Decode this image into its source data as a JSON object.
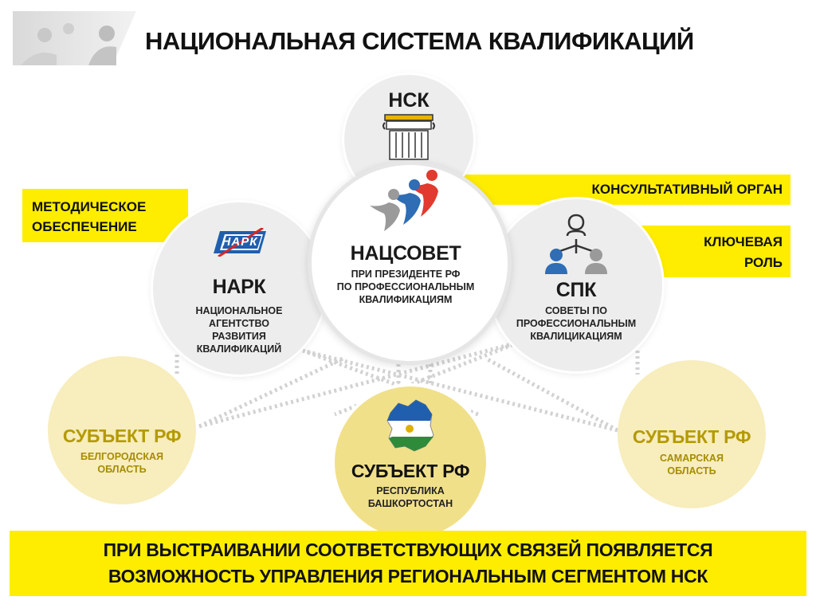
{
  "header": {
    "title": "НАЦИОНАЛЬНАЯ СИСТЕМА КВАЛИФИКАЦИЙ"
  },
  "nodes": {
    "nsk": {
      "title": "НСК",
      "icon": "column-icon"
    },
    "natsovet": {
      "title": "НАЦСОВЕТ",
      "line1": "ПРИ ПРЕЗИДЕНТЕ РФ",
      "line2": "ПО ПРОФЕССИОНАЛЬНЫМ",
      "line3": "КВАЛИФИКАЦИЯМ",
      "icon": "people-logo-icon"
    },
    "nark": {
      "title": "НАРК",
      "logo_text": "НАРК",
      "line1": "НАЦИОНАЛЬНОЕ",
      "line2": "АГЕНТСТВО",
      "line3": "РАЗВИТИЯ",
      "line4": "КВАЛИФИКАЦИЙ"
    },
    "spk": {
      "title": "СПК",
      "line1": "СОВЕТЫ ПО",
      "line2": "ПРОФЕССИОНАЛЬНЫМ",
      "line3": "КВАЛИЦИКАЦИЯМ",
      "icon": "org-structure-icon"
    },
    "subject_left": {
      "title": "СУБЪЕКТ РФ",
      "line1": "БЕЛГОРОДСКАЯ",
      "line2": "ОБЛАСТЬ"
    },
    "subject_center": {
      "title": "СУБЪЕКТ РФ",
      "line1": "РЕСПУБЛИКА",
      "line2": "БАШКОРТОСТАН",
      "icon": "bashkortostan-map-icon"
    },
    "subject_right": {
      "title": "СУБЪЕКТ РФ",
      "line1": "САМАРСКАЯ",
      "line2": "ОБЛАСТЬ"
    }
  },
  "tags": {
    "methodical_line1": "МЕТОДИЧЕСКОЕ",
    "methodical_line2": "ОБЕСПЕЧЕНИЕ",
    "consultative": "КОНСУЛЬТАТИВНЫЙ ОРГАН",
    "key_line1": "КЛЮЧЕВАЯ",
    "key_line2": "РОЛЬ"
  },
  "footer": {
    "line1": "ПРИ ВЫСТРАИВАНИИ СООТВЕТСТВУЮЩИХ СВЯЗЕЙ ПОЯВЛЯЕТСЯ",
    "line2": "ВОЗМОЖНОСТЬ  УПРАВЛЕНИЯ РЕГИОНАЛЬНЫМ СЕГМЕНТОМ НСК"
  },
  "colors": {
    "accent_yellow": "#ffed00",
    "gold_text": "#b49a00",
    "circle_grey": "#ededed",
    "flag_blue": "#1f5fae",
    "flag_green": "#2e8b3a"
  }
}
